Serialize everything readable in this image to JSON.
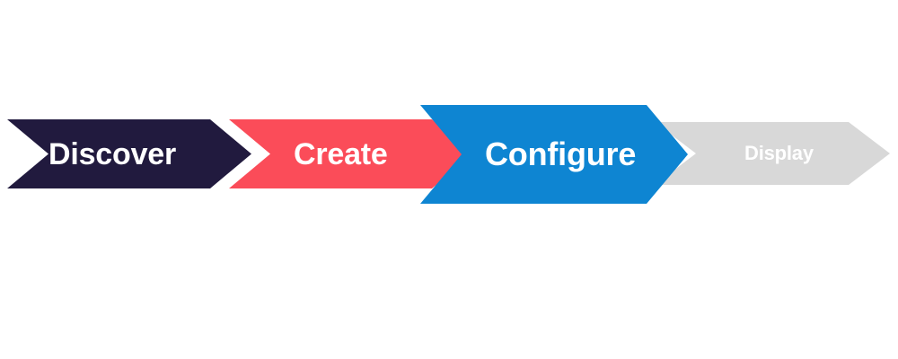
{
  "diagram": {
    "type": "chevron-process-flow",
    "title": "",
    "orientation": "horizontal",
    "background_color": "#FFFFFF",
    "steps": [
      {
        "id": "discover",
        "label": "Discover",
        "order": 1,
        "state": "completed",
        "fill_color": "#211A3E",
        "text_color": "#FFFFFF"
      },
      {
        "id": "create",
        "label": "Create",
        "order": 2,
        "state": "completed",
        "fill_color": "#FB4C59",
        "text_color": "#FFFFFF"
      },
      {
        "id": "configure",
        "label": "Configure",
        "order": 3,
        "state": "current",
        "fill_color": "#0E85D2",
        "text_color": "#FFFFFF"
      },
      {
        "id": "display",
        "label": "Display",
        "order": 4,
        "state": "upcoming",
        "fill_color": "#D8D8D8",
        "text_color": "#FFFFFF"
      }
    ]
  }
}
